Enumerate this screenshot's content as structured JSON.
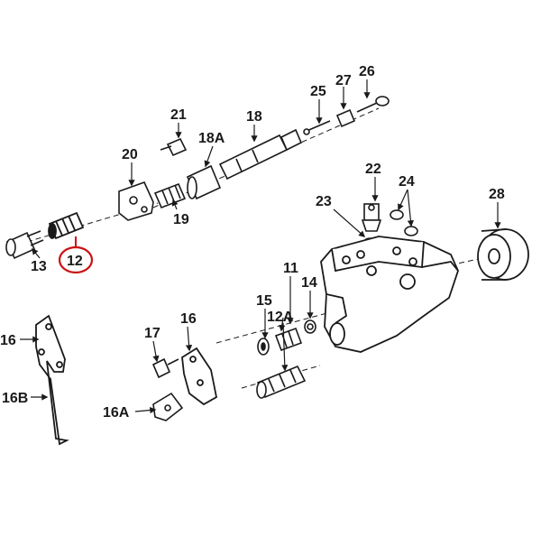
{
  "colors": {
    "ink": "#1a1a1a",
    "highlight": "#cc1111",
    "paper": "#ffffff",
    "shade": "#d9d9d9"
  },
  "parts": {
    "p26": "26",
    "p27": "27",
    "p25": "25",
    "p21": "21",
    "p18": "18",
    "p18a": "18A",
    "p20": "20",
    "p19": "19",
    "p22": "22",
    "p24": "24",
    "p23": "23",
    "p28": "28",
    "p13": "13",
    "p12": "12",
    "p11": "11",
    "p14": "14",
    "p15": "15",
    "p12a": "12A",
    "p16_left": "16",
    "p16": "16",
    "p17": "17",
    "p16b": "16B",
    "p16a": "16A"
  },
  "highlighted_part": "12",
  "icons": {
    "callout_circle": "circle-outline"
  }
}
